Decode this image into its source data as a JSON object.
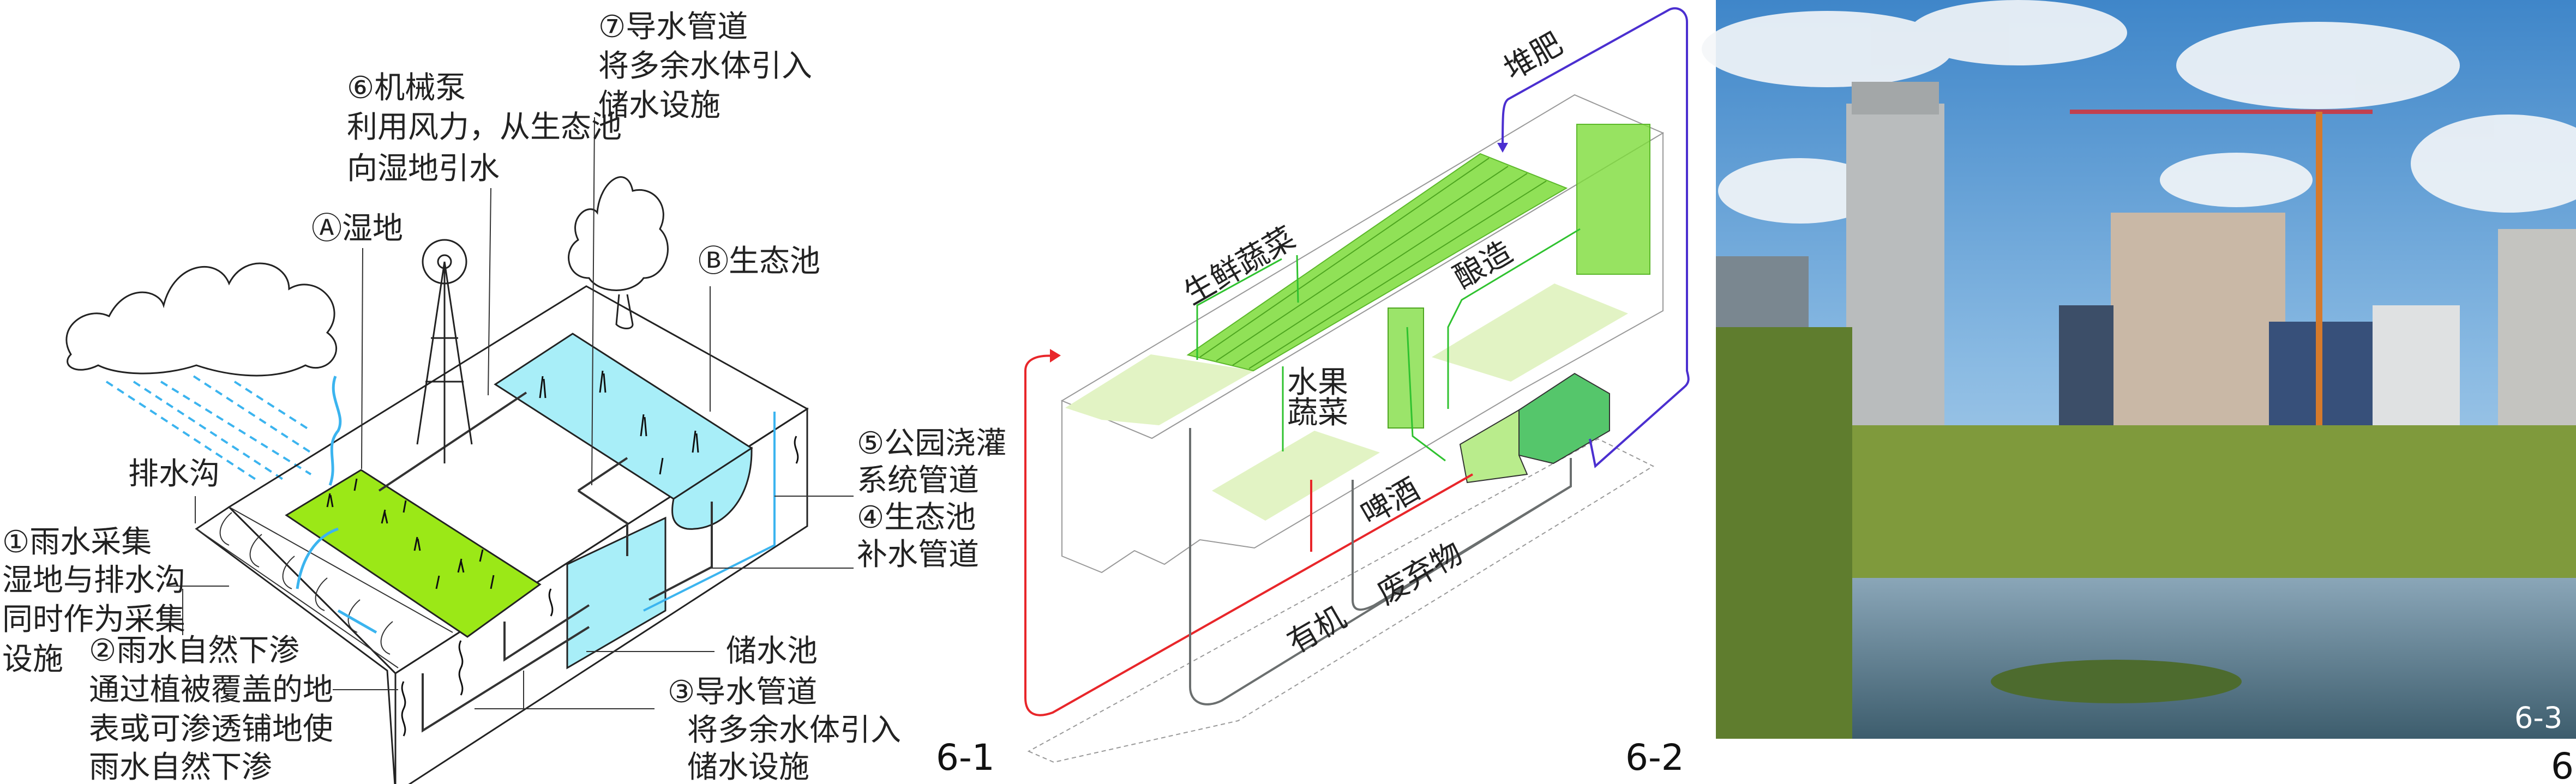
{
  "figure_6_1": {
    "number": "6-1",
    "labels": {
      "pipe7": [
        "⑦导水管道",
        "将多余水体引入",
        "储水设施"
      ],
      "pump6": [
        "⑥机械泵",
        "利用风力，从生态池",
        "向湿地引水"
      ],
      "wetland_a": "Ⓐ湿地",
      "pond_b": "Ⓑ生态池",
      "drain_ditch": "排水沟",
      "rain1": [
        "①雨水采集",
        "湿地与排水沟",
        "同时作为采集",
        "设施"
      ],
      "rain2": [
        "②雨水自然下渗",
        "通过植被覆盖的地",
        "表或可渗透铺地使",
        "雨水自然下渗"
      ],
      "storage": "储水池",
      "pipe3": [
        "③导水管道",
        "将多余水体引入",
        "储水设施"
      ],
      "park5": [
        "⑤公园浇灌",
        "系统管道"
      ],
      "pond4": [
        "④生态池",
        "补水管道"
      ]
    },
    "colors": {
      "wetland": "#9be817",
      "water": "#a8eef8",
      "rain": "#3bb4ef"
    }
  },
  "figure_6_2": {
    "number": "6-2",
    "labels": {
      "compost": "堆肥",
      "fresh_veg": "生鲜蔬菜",
      "fruit_veg": [
        "水果",
        "蔬菜"
      ],
      "brewing": "酿造",
      "beer": "啤酒",
      "waste": "废弃物",
      "organic": "有机"
    },
    "colors": {
      "green": "#7ddc3a",
      "red": "#e8262a",
      "purple": "#4b2fd0",
      "gray": "#6b6f6f"
    }
  },
  "figure_6_3": {
    "number": "6-3"
  },
  "page_number": "6"
}
